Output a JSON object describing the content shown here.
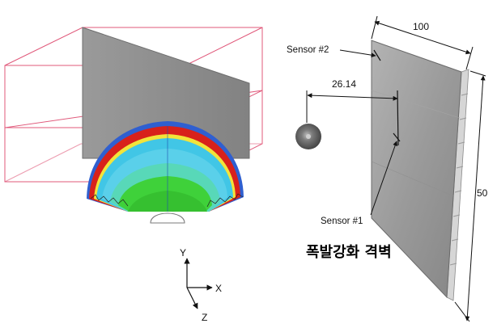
{
  "left_panel": {
    "axes": {
      "y": "Y",
      "x": "X",
      "z": "Z"
    },
    "colors": {
      "wall": "#8e8e8e",
      "wall_edge": "#6e6e6e",
      "box_outline": "#e0587a",
      "wave_outer_blue": "#2f5fd0",
      "wave_red": "#d8211b",
      "wave_yellow": "#f2e43a",
      "wave_cyan": "#41c6e6",
      "wave_green": "#3fd13a"
    }
  },
  "right_panel": {
    "dimensions": {
      "width": "100",
      "height": "50",
      "standoff": "26.14"
    },
    "sensors": {
      "sensor1": "Sensor #1",
      "sensor2": "Sensor #2"
    },
    "korean_title": "폭발강화 격벽",
    "colors": {
      "panel_face": "#9a9a9a",
      "panel_edge": "#d6d6d6",
      "charge": "#707070"
    }
  }
}
